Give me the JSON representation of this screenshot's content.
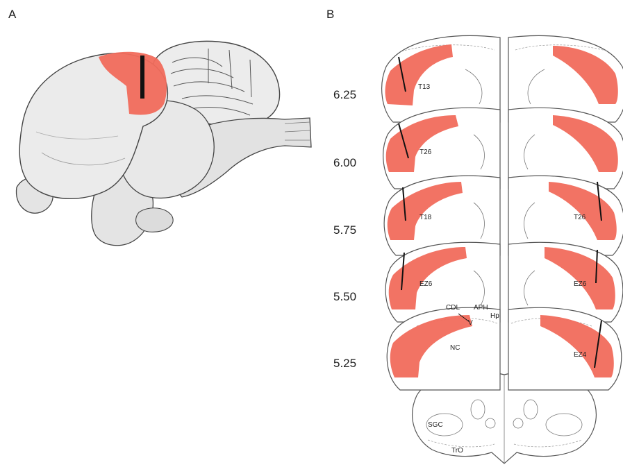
{
  "panels": {
    "a": "A",
    "b": "B"
  },
  "depths": [
    "6.25",
    "6.00",
    "5.75",
    "5.50",
    "5.25"
  ],
  "labels": {
    "row1": {
      "left": "T13",
      "right": ""
    },
    "row2": {
      "left": "T26",
      "right": ""
    },
    "row3": {
      "left": "T18",
      "right": "T26"
    },
    "row4": {
      "left": "EZ6",
      "right": "EZ6"
    },
    "row5": {
      "left": "",
      "right": "EZ4"
    }
  },
  "regions": {
    "cdl": "CDL",
    "aph": "APH",
    "hp": "Hp",
    "v": "V",
    "nc": "NC",
    "sgc": "SGC",
    "tro": "TrO"
  },
  "colors": {
    "lesion": "#f16b5c",
    "tissue": "#e6e6e6",
    "outline": "#555555",
    "track": "#111111"
  }
}
